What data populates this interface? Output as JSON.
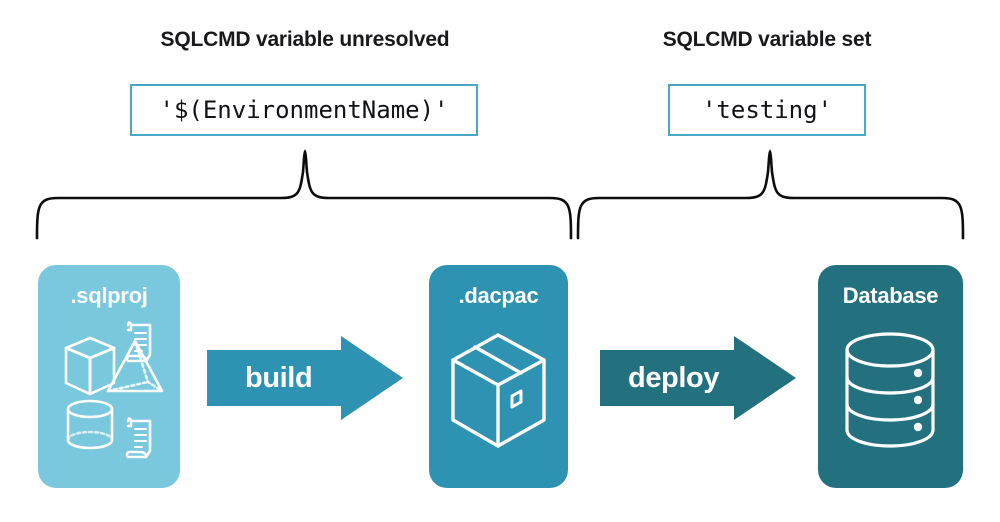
{
  "diagram": {
    "title_left": "SQLCMD variable unresolved",
    "title_right": "SQLCMD variable set",
    "code_left": "'$(EnvironmentName)'",
    "code_right": "'testing'",
    "colors": {
      "light_blue": "#79C8DE",
      "mid_teal": "#2E92B2",
      "dark_teal": "#23717F",
      "border_teal": "#4AA8C4",
      "text_dark": "#19191c",
      "white": "#ffffff",
      "brace_black": "#0d0d0d"
    },
    "stages": [
      {
        "id": "sqlproj",
        "label": ".sqlproj",
        "icon": "project-shapes-icon",
        "color": "#79C8DE"
      },
      {
        "id": "dacpac",
        "label": ".dacpac",
        "icon": "package-box-icon",
        "color": "#2E92B2"
      },
      {
        "id": "database",
        "label": "Database",
        "icon": "database-cylinder-icon",
        "color": "#23717F"
      }
    ],
    "arrows": [
      {
        "id": "build",
        "label": "build",
        "color": "#2E92B2"
      },
      {
        "id": "deploy",
        "label": "deploy",
        "color": "#23717F"
      }
    ],
    "braces": [
      {
        "id": "brace-left",
        "spans": "sqlproj-to-dacpac"
      },
      {
        "id": "brace-right",
        "spans": "dacpac-to-database"
      }
    ]
  }
}
